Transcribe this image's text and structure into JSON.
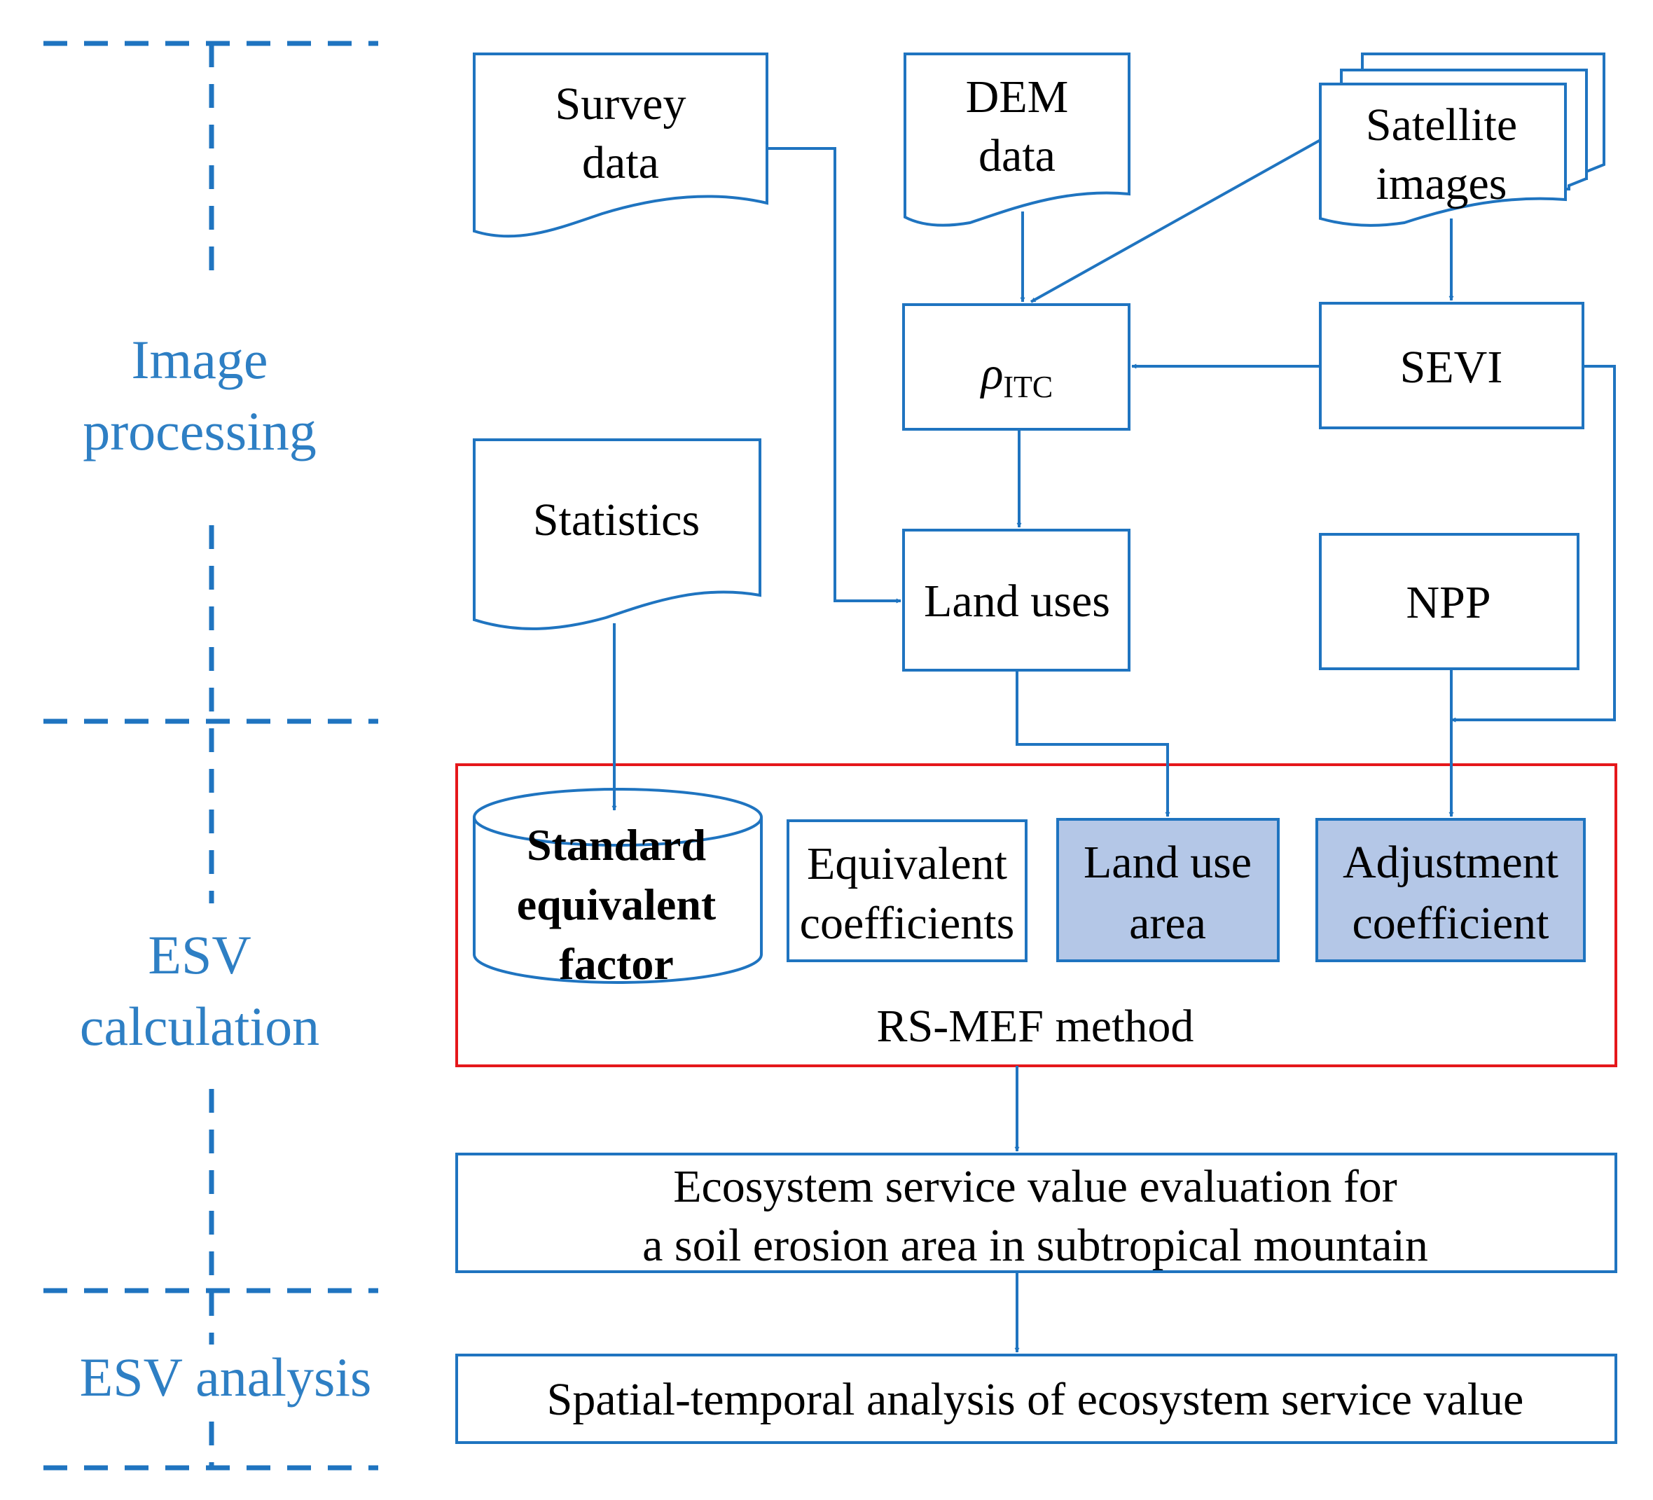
{
  "stages": {
    "image_processing": [
      "Image",
      "processing"
    ],
    "esv_calculation": [
      "ESV",
      "calculation"
    ],
    "esv_analysis": "ESV analysis"
  },
  "inputs": {
    "survey_data": [
      "Survey",
      "data"
    ],
    "dem_data": [
      "DEM",
      "data"
    ],
    "satellite_images": [
      "Satellite",
      "images"
    ],
    "statistics": "Statistics"
  },
  "processes": {
    "rho_symbol": "ρ",
    "rho_subscript": "ITC",
    "sevi": "SEVI",
    "land_uses": "Land uses",
    "npp": "NPP"
  },
  "method": {
    "standard_equivalent_factor": [
      "Standard",
      "equivalent",
      "factor"
    ],
    "equivalent_coefficients": [
      "Equivalent",
      "coefficients"
    ],
    "land_use_area": [
      "Land use",
      "area"
    ],
    "adjustment_coefficient": [
      "Adjustment",
      "coefficient"
    ],
    "label": "RS-MEF method"
  },
  "outputs": {
    "evaluation": [
      "Ecosystem service value evaluation for",
      "a soil erosion area in subtropical mountain"
    ],
    "analysis": "Spatial-temporal analysis of ecosystem service value"
  },
  "colors": {
    "stroke": "#1f74c0",
    "stage_text": "#2e7fc4",
    "method_border": "#e5171b",
    "highlight_fill": "#b4c7e7"
  }
}
